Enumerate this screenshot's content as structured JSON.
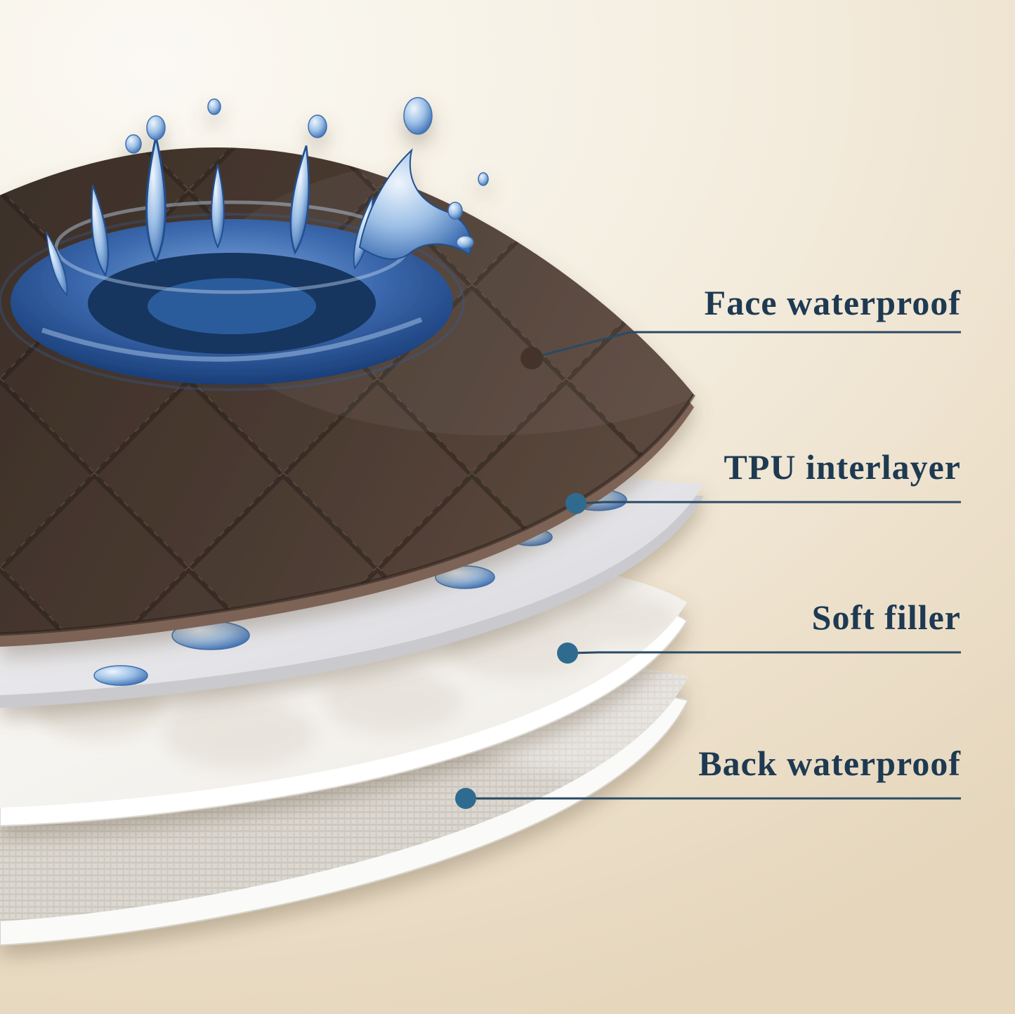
{
  "background": {
    "top_left": "#fbf9f3",
    "bottom_right": "#e5d6bc"
  },
  "annotation": {
    "line_color": "#2a4a63",
    "text_color": "#1e3a52",
    "dot_color": "#2f6b8f",
    "face_dot_color": "#44332a"
  },
  "layers": [
    {
      "label": "Face waterproof",
      "material_color": "#46382e"
    },
    {
      "label": "TPU interlayer",
      "material_color": "#e9e9ec"
    },
    {
      "label": "Soft filler",
      "material_color": "#f7f6f3"
    },
    {
      "label": "Back waterproof",
      "material_color": "#dcd8d1"
    }
  ],
  "illustration": {
    "water_color": "#2b55a0",
    "splash_description": "water splash on quilted fabric"
  }
}
